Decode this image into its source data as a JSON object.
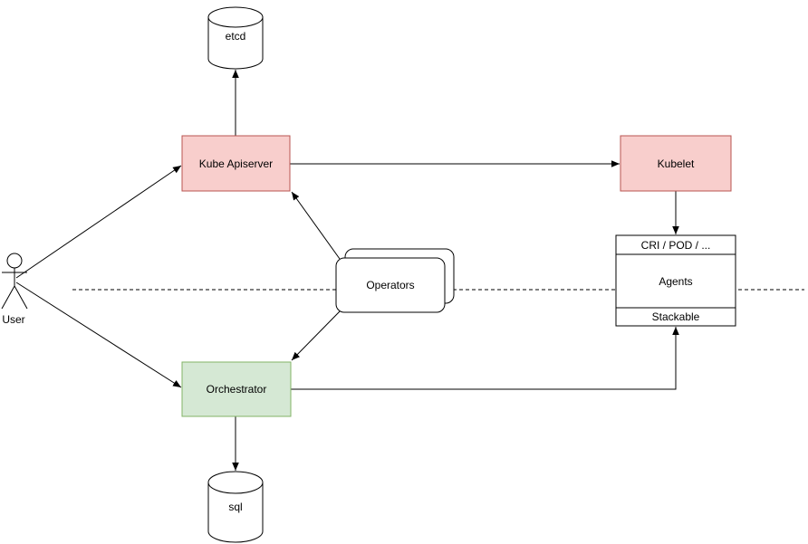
{
  "diagram": {
    "background_color": "#ffffff",
    "colors": {
      "pink_fill": "#f8cecc",
      "pink_stroke": "#b85450",
      "green_fill": "#d5e8d4",
      "green_stroke": "#82b366",
      "shape_fill": "#ffffff",
      "line_color": "#000000",
      "text_color": "#000000"
    },
    "nodes": {
      "user": {
        "label": "User",
        "shape": "actor"
      },
      "etcd": {
        "label": "etcd",
        "shape": "cylinder"
      },
      "kube_apiserver": {
        "label": "Kube Apiserver",
        "shape": "rectangle"
      },
      "kubelet": {
        "label": "Kubelet",
        "shape": "rectangle"
      },
      "operators": {
        "label": "Operators",
        "shape": "stacked-rounded-rectangle"
      },
      "orchestrator": {
        "label": "Orchestrator",
        "shape": "rectangle"
      },
      "sql": {
        "label": "sql",
        "shape": "cylinder"
      },
      "agent_stack": {
        "shape": "sectioned-stack",
        "top_label": "CRI / POD / ...",
        "middle_label": "Agents",
        "bottom_label": "Stackable"
      }
    },
    "edges": [
      {
        "from": "User",
        "to": "Kube Apiserver",
        "type": "arrow"
      },
      {
        "from": "User",
        "to": "Orchestrator",
        "type": "arrow"
      },
      {
        "from": "Kube Apiserver",
        "to": "etcd",
        "type": "arrow"
      },
      {
        "from": "Kube Apiserver",
        "to": "Kubelet",
        "type": "arrow"
      },
      {
        "from": "Operators",
        "to": "Kube Apiserver",
        "type": "arrow"
      },
      {
        "from": "Operators",
        "to": "Orchestrator",
        "type": "arrow"
      },
      {
        "from": "Kubelet",
        "to": "agent_stack / CRI / POD / ...",
        "type": "arrow"
      },
      {
        "from": "Orchestrator",
        "to": "sql",
        "type": "arrow"
      },
      {
        "from": "Orchestrator",
        "to": "agent_stack / Stackable",
        "type": "arrow"
      },
      {
        "from": "",
        "to": "",
        "type": "dashed-separator"
      }
    ]
  }
}
